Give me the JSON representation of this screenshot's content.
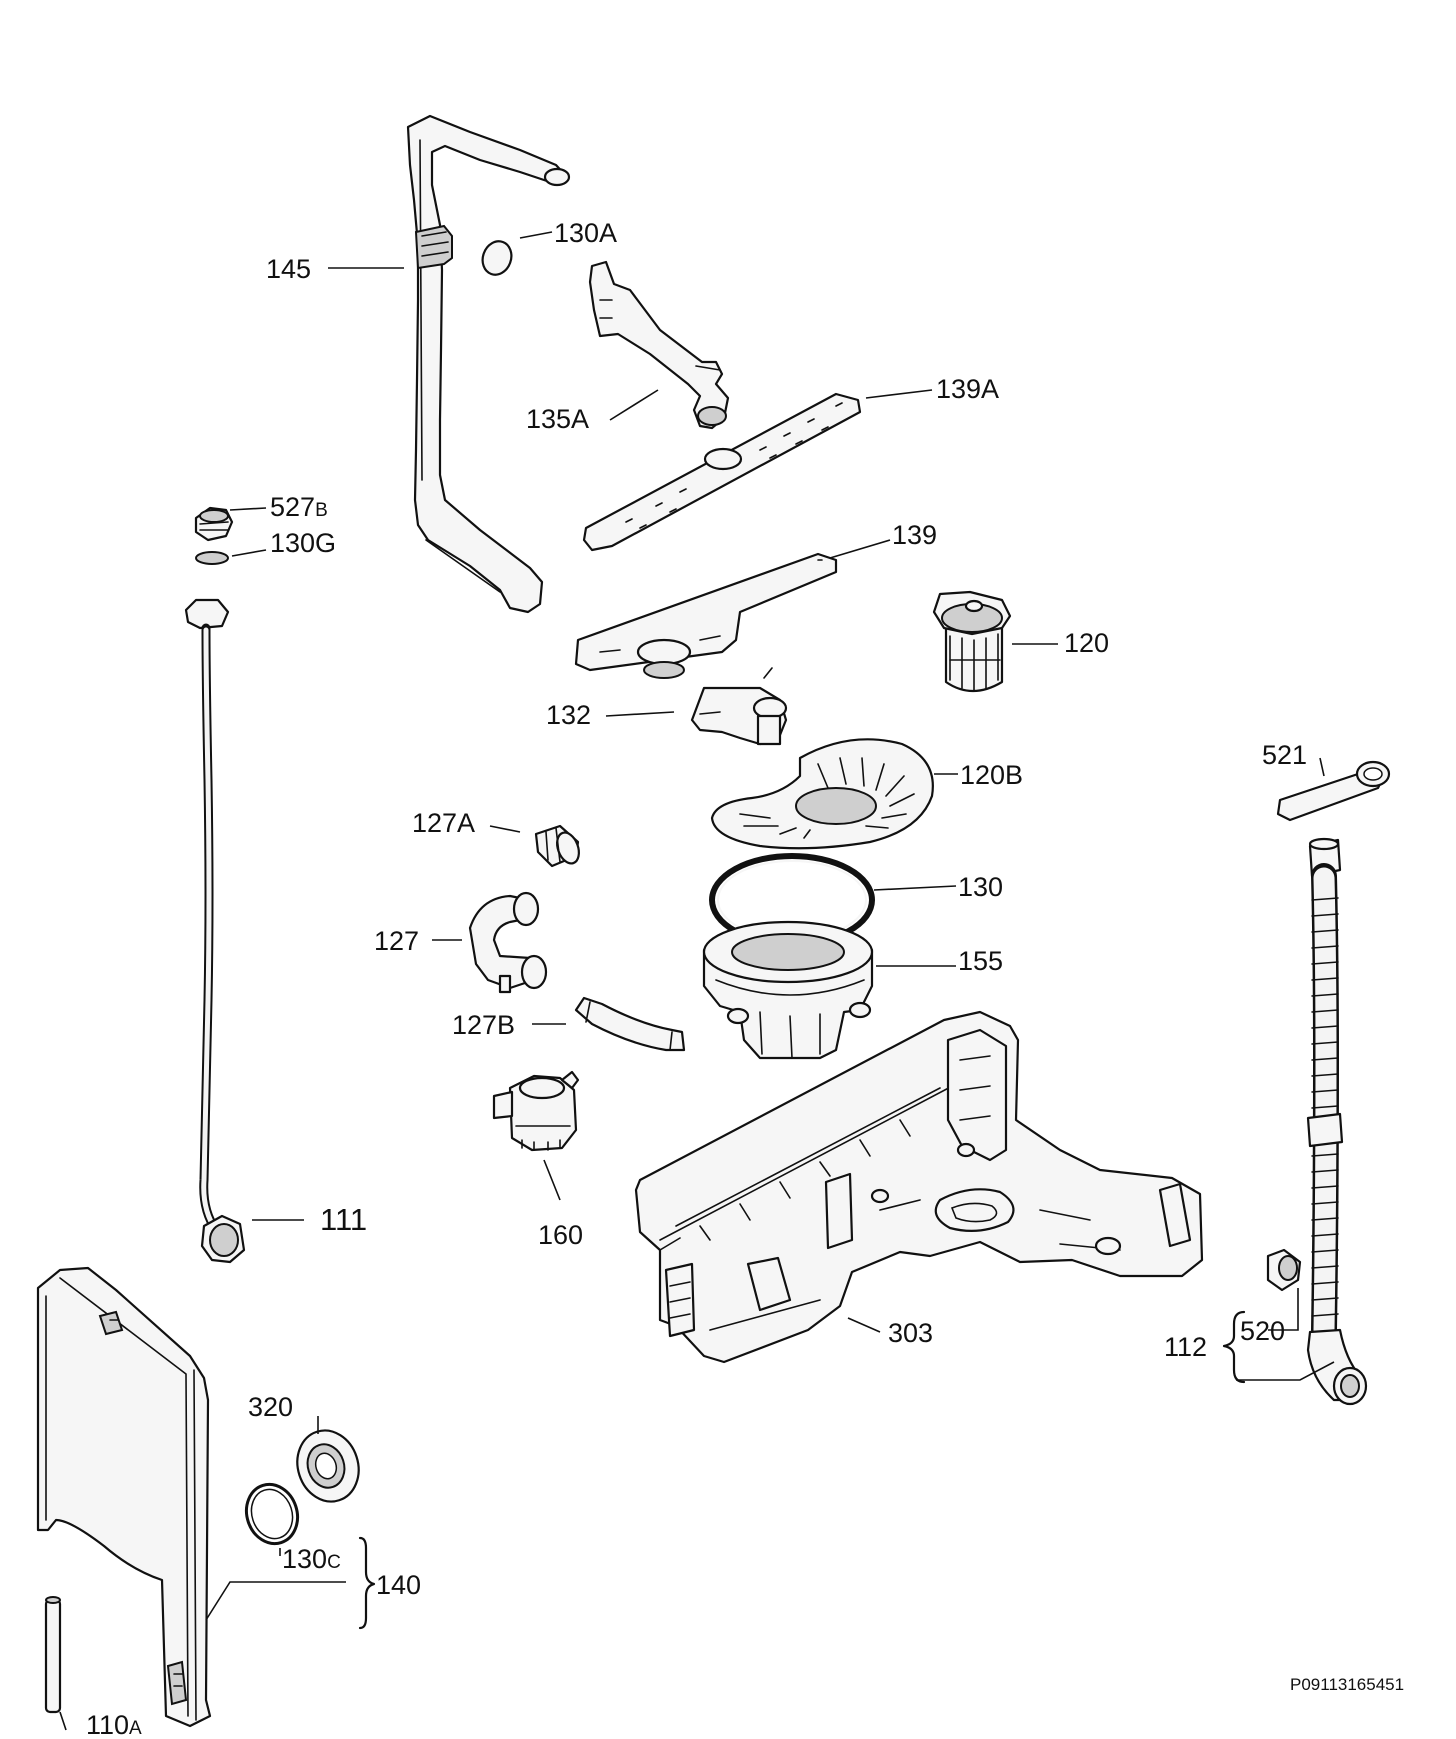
{
  "callouts": {
    "p145": "145",
    "p130A": "130A",
    "p135A": "135A",
    "p139A": "139A",
    "p527B": "527",
    "p527B_suffix": "B",
    "p130G": "130G",
    "p139": "139",
    "p120": "120",
    "p132": "132",
    "p521": "521",
    "p120B": "120B",
    "p127A": "127A",
    "p130": "130",
    "p127": "127",
    "p155": "155",
    "p127B": "127B",
    "p111": "111",
    "p160": "160",
    "p303": "303",
    "p112": "112",
    "p520": "520",
    "p320": "320",
    "p130C": "130",
    "p130C_suffix": "C",
    "p140": "140",
    "p110A": "110",
    "p110A_suffix": "A"
  },
  "reference_code": "P09113165451",
  "colors": {
    "line": "#111111",
    "fill": "#f6f6f6",
    "background": "#ffffff"
  }
}
